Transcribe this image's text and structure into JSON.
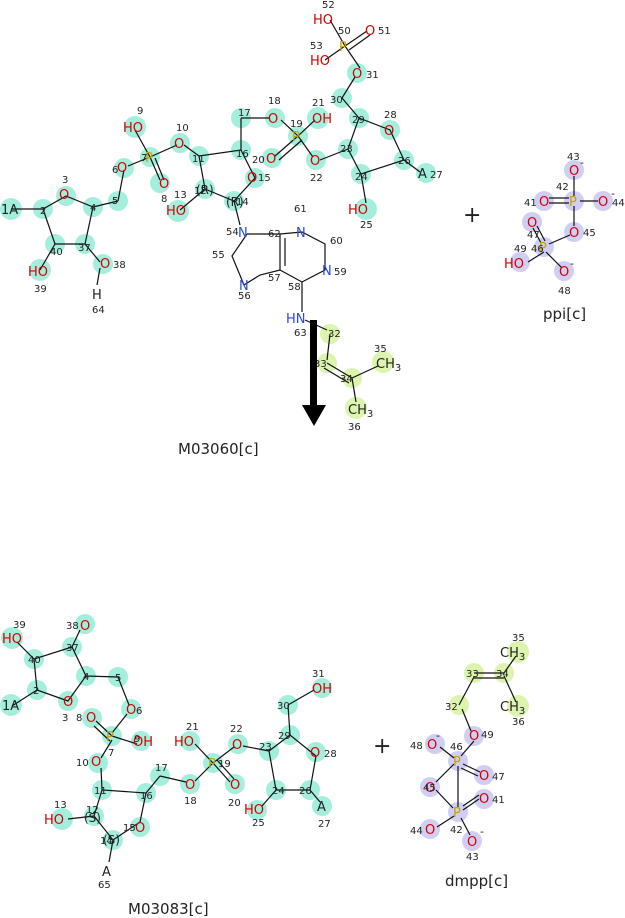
{
  "reaction": {
    "top_molecules": [
      {
        "name": "M03060[c]",
        "role": "reactant"
      },
      {
        "name": "ppi[c]",
        "role": "product"
      }
    ],
    "bottom_molecules": [
      {
        "name": "M03083[c]",
        "role": "product"
      },
      {
        "name": "dmpp[c]",
        "role": "reactant"
      }
    ],
    "plus_sign": "+",
    "arrow": "down-arrow-icon"
  },
  "atom_labels": {
    "phosphorus": "P",
    "oxygen": "O",
    "nitrogen": "N",
    "hydroxyl": "HO",
    "hydroxyl_right": "OH",
    "amine": "HN",
    "methyl": "CH",
    "methyl_subscript": "3",
    "hydrogen": "H",
    "generic": "A",
    "charge": "-",
    "stereo_R": "(R)",
    "stereo_S": "(S)"
  },
  "colors": {
    "ribose_highlight": "#7ee8cf",
    "prenyl_highlight": "#d9f3a6",
    "pyrophosphate_highlight": "#c9c6f2",
    "oxygen": "#d60000",
    "phosphorus": "#c8a000",
    "nitrogen": "#2a4ad8",
    "carbon": "#222222",
    "bond": "#111111"
  }
}
